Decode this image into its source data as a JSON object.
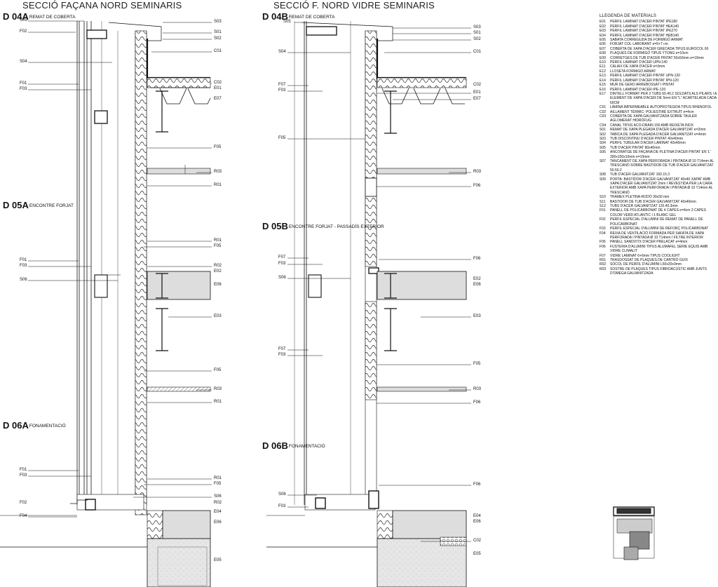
{
  "headings": {
    "left": "SECCIÓ FAÇANA NORD SEMINARIS",
    "right": "SECCIÓ F. NORD VIDRE SEMINARIS"
  },
  "details": [
    {
      "code": "D 04A",
      "label": "REMAT DE COBERTA"
    },
    {
      "code": "D 05A",
      "label": "ENCONTRE FORJAT"
    },
    {
      "code": "D 06A",
      "label": "FONAMENTACIÓ"
    },
    {
      "code": "D 04B",
      "label": "REMAT DE COBERTA"
    },
    {
      "code": "D 05B",
      "label": "ENCONTRE FORJAT - PASSADÍS EXTERIOR"
    },
    {
      "code": "D 06B",
      "label": "FONAMENTACIÓ"
    }
  ],
  "callouts_left": {
    "a1": [
      "S05",
      "F02",
      "S04",
      "F01",
      "F03"
    ],
    "a1r": [
      "S03",
      "S01",
      "S02",
      "C01",
      "C02",
      "E01",
      "E07",
      "F05",
      "R03",
      "R01"
    ],
    "a2": [
      "F01",
      "F03",
      "S06"
    ],
    "a2r": [
      "R01",
      "F05",
      "R02",
      "E02",
      "E06",
      "E03",
      "F05",
      "R03",
      "R01"
    ],
    "a3": [
      "F01",
      "F03",
      "F02",
      "F04"
    ],
    "a3r": [
      "R01",
      "F05",
      "S06",
      "R02",
      "E04",
      "E06",
      "E05"
    ]
  },
  "callouts_right": {
    "b1": [
      "S05",
      "S04",
      "F07",
      "F03",
      "F05"
    ],
    "b1r": [
      "S03",
      "S01",
      "S02",
      "C01",
      "C02",
      "E01",
      "E07",
      "R03",
      "F06"
    ],
    "b2": [
      "F07",
      "F03",
      "S06",
      "F07",
      "F03"
    ],
    "b2r": [
      "F06",
      "E02",
      "E06",
      "E03",
      "F05",
      "R03",
      "F06"
    ],
    "b3": [
      "S06",
      "F03"
    ],
    "b3r": [
      "F06",
      "E04",
      "E06",
      "C02",
      "E05"
    ]
  },
  "legend": {
    "title": "LLEGENDA DE MATERIALS",
    "items": [
      {
        "code": "E01",
        "text": "PERFIL LAMINAT D'ACER PINTAT IPE180"
      },
      {
        "code": "E02",
        "text": "PERFIL LAMINAT D'ACER PINTAT HEA140"
      },
      {
        "code": "E03",
        "text": "PERFIL LAMINAT D'ACER PINTAT IPE270"
      },
      {
        "code": "E04",
        "text": "PERFIL LAMINAT D'ACER PINTAT HEB140"
      },
      {
        "code": "E05",
        "text": "SABATA CORREGUDA DE FORMIGÓ ARMAT"
      },
      {
        "code": "E06",
        "text": "FORJAT COL·LABORANT e=5+7 cm"
      },
      {
        "code": "E07",
        "text": "COBERTA DE XAPA D'ACER GRECADA TIPUS EUROCOL 60"
      },
      {
        "code": "E08",
        "text": "PLAQUES DE FORMIGÓ TIPUS YTONG e=10cm"
      },
      {
        "code": "E09",
        "text": "CORRETGES DE TUB D'ACER PINTAT 50x50mm e=10mm"
      },
      {
        "code": "E10",
        "text": "PERFIL LAMINAT D'ACER UPN-140"
      },
      {
        "code": "E11",
        "text": "CALAIX DE XAPA D'ACER e=3mm"
      },
      {
        "code": "E12",
        "text": "LLOSETA FORMIGÓ ARMAT"
      },
      {
        "code": "E13",
        "text": "PERFIL LAMINAT D'ACER PINTAT UPN-120"
      },
      {
        "code": "E14",
        "text": "PERFIL LAMINAT D'ACER PINTAT IPN-120"
      },
      {
        "code": "E15",
        "text": "MUR DE GERO ARREBOSSAT I PINTAT"
      },
      {
        "code": "E16",
        "text": "PERFIL LAMINAT D'ACER IPE-120"
      },
      {
        "code": "E17",
        "text": "DINTELL FORMAT PER 2 TUBS 60.40.2 SOLDATS ALS PILARS I A ELEMENT DE XAPA D'ACER DE 5mm EN \"L\" ACARTELADA CADA 60CM"
      },
      {
        "code": "C01",
        "text": "LÀMINA IMPERMEABLE AUTOPROTEGIDA TIPUS RHENOFOL"
      },
      {
        "code": "C02",
        "text": "AILLAMENT TÈRMIC: POLIESTIRÈ EXTRUÏT e=4cm"
      },
      {
        "code": "C03",
        "text": "COBERTA DE XAPA GALVANITZADA SOBRE TAULER AGLOMERAT HIDRÒFUG"
      },
      {
        "code": "C04",
        "text": "CANAL TIPUS ACO-DRAIN 150 AMB REIXETA INOX"
      },
      {
        "code": "S01",
        "text": "REMAT DE XAPA PLEGADA D'ACER GALVANITZAT e=2mm"
      },
      {
        "code": "S02",
        "text": "TABICA DE XAPA PLEGADA D'ACER GALVANITZAT e=4mm"
      },
      {
        "code": "S03",
        "text": "TUB DISCONTINU D'ACER PINTAT 40x40mm"
      },
      {
        "code": "S04",
        "text": "PERFIL TUBULAR D'ACER LAMINAT 40x40mm"
      },
      {
        "code": "S05",
        "text": "TUB D'ACER PINTAT 80x40mm"
      },
      {
        "code": "S06",
        "text": "ANCORATGE DE FAÇANA DE PLETINA D'ACER PINTAT EN 'L' 300x100x10mm e=10mm"
      },
      {
        "code": "S07",
        "text": "TANCAMENT DE XAPA PERFORADA I PINTADA Ø 10 T14mm AL TRESCANÓ SOBRE BASTIDOR DE TUB D'ACER GALVANITZAT 50.50.2"
      },
      {
        "code": "S08",
        "text": "TUB D'ACER GALVANITZAT 160.15.3"
      },
      {
        "code": "S09",
        "text": "PORTA: BASTIDOR D'ACER GALVANITZAT 40x40 XAPAT AMB XAPA D'ACER GALVANITZAT 2mm I REVESTIDA PER LA CARA EXTERIOR AMB XAPA PERFORADA I PINTADA Ø 10 T14mm AL TRESCANÓ"
      },
      {
        "code": "S10",
        "text": "TRAMEX PLETINA-RODÓ 30x30 mm"
      },
      {
        "code": "S11",
        "text": "BASTIDOR DE TUB D'ACER GALVANITZAT 40x40mm"
      },
      {
        "code": "S12",
        "text": "TUBS D'ACER GALVANITZAT 120.40.3mm"
      },
      {
        "code": "F01",
        "text": "PANELL DE POLICARBONAT DE 4 CAPES e=4cm 3 CAPES COLOR VERD ATLÀNTIC I 1 BLANC GEL"
      },
      {
        "code": "F02",
        "text": "PERFIL ESPECIAL D'ALUMINI DE REMAT DE PANELL DE POLICARBONAT"
      },
      {
        "code": "F03",
        "text": "PERFIL ESPECIAL D'ALUMINI DE REFORÇ POLICARBONAT"
      },
      {
        "code": "F04",
        "text": "REIXA DE VENTILACIÓ FORMADA PER SAFATA DE XAPA PERFORADA I PINTADA Ø 10 T14mm I FILTRE INTERIOR"
      },
      {
        "code": "F05",
        "text": "PANELL SANDVITX D'ACER PRELACAT e=4mm"
      },
      {
        "code": "F06",
        "text": "FUSTERIA D'ALUMINI TIPUS ALUMAFEL SERIE EQUIS AMB VIDRE CLIMALIT"
      },
      {
        "code": "F07",
        "text": "VIDRE LAMINAT 6+6mm TIPUS COOLIGHT"
      },
      {
        "code": "R01",
        "text": "TRASDOSSAT DE PLAQUES DE CARTRÓ GUIX"
      },
      {
        "code": "R02",
        "text": "SÒCOL DE PERFIL D'ALUMINI L50x20x3mm"
      },
      {
        "code": "R03",
        "text": "SOSTRE DE PLAQUES TIPUS FIBROACÚSTIC AMB JUNTS D'OMEGA GALVANITZADA"
      }
    ]
  }
}
